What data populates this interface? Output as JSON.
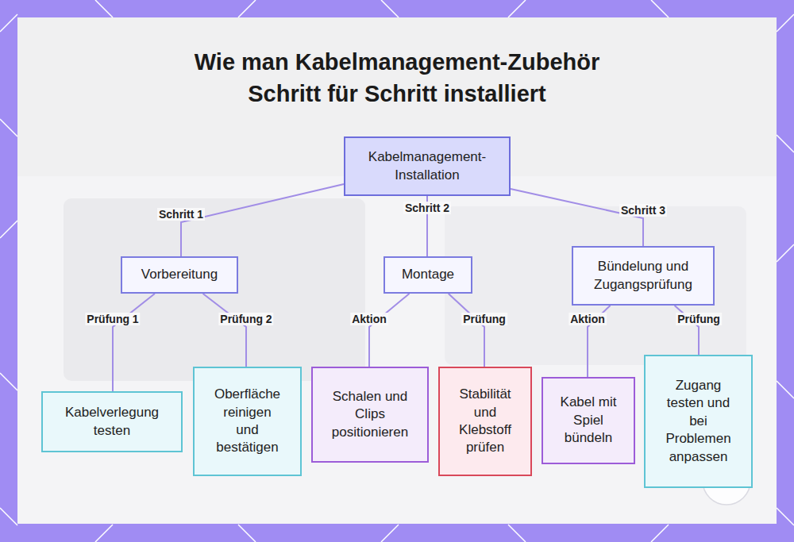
{
  "diagram": {
    "title": "Wie man Kabelmanagement-Zubehör Schritt für Schritt installiert",
    "nodes": [
      {
        "text": [
          "Kabelmanagement-Installation"
        ]
      },
      {
        "text": [
          "Vorbereitung"
        ]
      },
      {
        "text": [
          "Montage"
        ]
      },
      {
        "text": [
          "Bündelung und Zugangsprüfung"
        ]
      },
      {
        "text": [
          "Kabelverlegung testen"
        ]
      },
      {
        "text": [
          "Oberfläche reinigen und bestätigen"
        ]
      },
      {
        "text": [
          "Schalen und Clips positionieren"
        ]
      },
      {
        "text": [
          "Stabilität und Klebstoff prüfen"
        ]
      },
      {
        "text": [
          "Kabel mit Spiel bündeln"
        ]
      },
      {
        "text": [
          "Zugang testen und bei Problemen anpassen"
        ]
      }
    ],
    "edges": [
      {
        "from": 0,
        "to": 1,
        "label": "Schritt 1",
        "arrow": "none"
      },
      {
        "from": 0,
        "to": 2,
        "label": "Schritt 2",
        "arrow": "none"
      },
      {
        "from": 0,
        "to": 3,
        "label": "Schritt 3",
        "arrow": "none"
      },
      {
        "from": 1,
        "to": 4,
        "label": "Prüfung 1",
        "arrow": "none"
      },
      {
        "from": 1,
        "to": 5,
        "label": "Prüfung 2",
        "arrow": "none"
      },
      {
        "from": 2,
        "to": 6,
        "label": "Aktion",
        "arrow": "none"
      },
      {
        "from": 2,
        "to": 7,
        "label": "Prüfung",
        "arrow": "none"
      },
      {
        "from": 3,
        "to": 8,
        "label": "Aktion",
        "arrow": "none"
      },
      {
        "from": 3,
        "to": 9,
        "label": "Prüfung",
        "arrow": "none"
      }
    ]
  }
}
